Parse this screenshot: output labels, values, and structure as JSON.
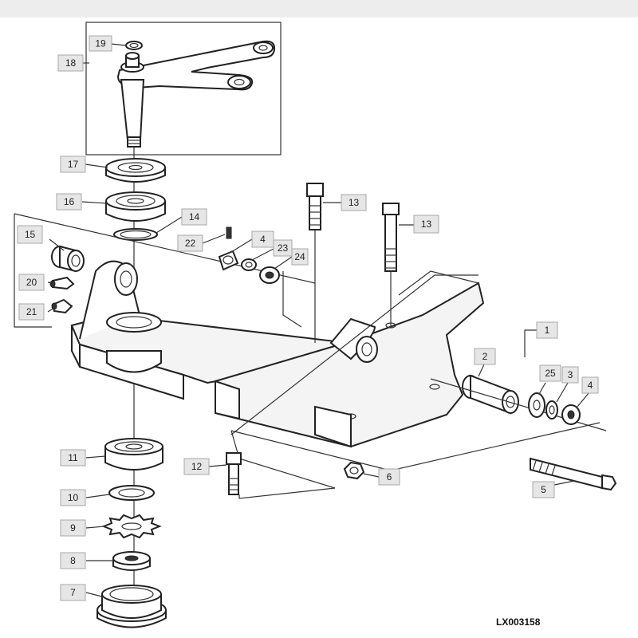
{
  "drawing_code": "LX003158",
  "selected_callout": "24",
  "callouts": [
    "19",
    "18",
    "17",
    "16",
    "14",
    "15",
    "20",
    "21",
    "22",
    "4",
    "23",
    "24",
    "13",
    "13",
    "1",
    "2",
    "25",
    "3",
    "4",
    "11",
    "12",
    "6",
    "10",
    "9",
    "8",
    "7",
    "5"
  ]
}
